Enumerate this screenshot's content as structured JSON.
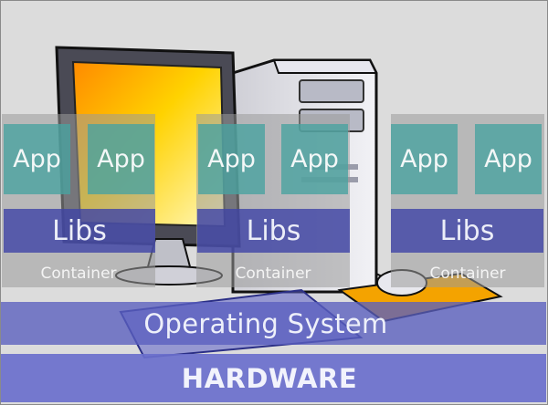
{
  "containers": [
    {
      "label": "Container",
      "libs": "Libs",
      "apps": [
        "App",
        "App"
      ]
    },
    {
      "label": "Container",
      "libs": "Libs",
      "apps": [
        "App",
        "App"
      ]
    },
    {
      "label": "Container",
      "libs": "Libs",
      "apps": [
        "App",
        "App"
      ]
    }
  ],
  "os_layer": {
    "label": "Operating System"
  },
  "hardware_layer": {
    "label": "HARDWARE"
  },
  "colors": {
    "background": "#dcdcdc",
    "container": "#9a9a9a",
    "app": "#4aa3a0",
    "libs": "#3f44a6",
    "os": "#5a5fbf",
    "hardware": "#6a6fcc",
    "monitor_screen": "#ffb400",
    "mousepad": "#f4a300"
  }
}
